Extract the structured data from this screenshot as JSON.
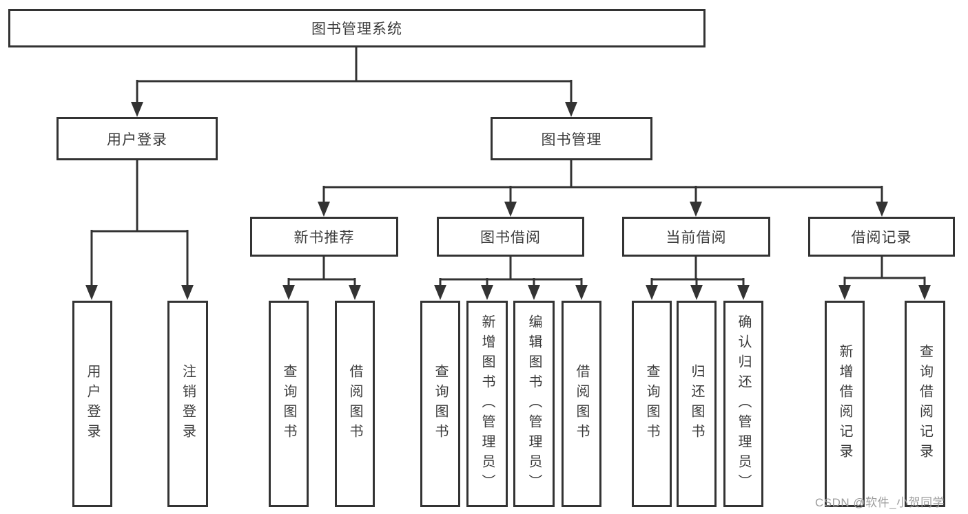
{
  "tree": {
    "root": {
      "label": "图书管理系统"
    },
    "branches": [
      {
        "label": "用户登录",
        "children": [
          {
            "label": "用户登录"
          },
          {
            "label": "注销登录"
          }
        ]
      },
      {
        "label": "图书管理",
        "sections": [
          {
            "label": "新书推荐",
            "children": [
              {
                "label": "查询图书"
              },
              {
                "label": "借阅图书"
              }
            ]
          },
          {
            "label": "图书借阅",
            "children": [
              {
                "label": "查询图书"
              },
              {
                "label": "新增图书（管理员）"
              },
              {
                "label": "编辑图书（管理员）"
              },
              {
                "label": "借阅图书"
              }
            ]
          },
          {
            "label": "当前借阅",
            "children": [
              {
                "label": "查询图书"
              },
              {
                "label": "归还图书"
              },
              {
                "label": "确认归还（管理员）"
              }
            ]
          },
          {
            "label": "借阅记录",
            "children": [
              {
                "label": "新增借阅记录"
              },
              {
                "label": "查询借阅记录"
              }
            ]
          }
        ]
      }
    ]
  },
  "watermark": {
    "text": "CSDN @软件_小贺同学"
  },
  "colors": {
    "line": "#333333",
    "border": "#333333",
    "text": "#3b3b3b",
    "watermark": "#9c9c9c",
    "background": "#ffffff"
  }
}
